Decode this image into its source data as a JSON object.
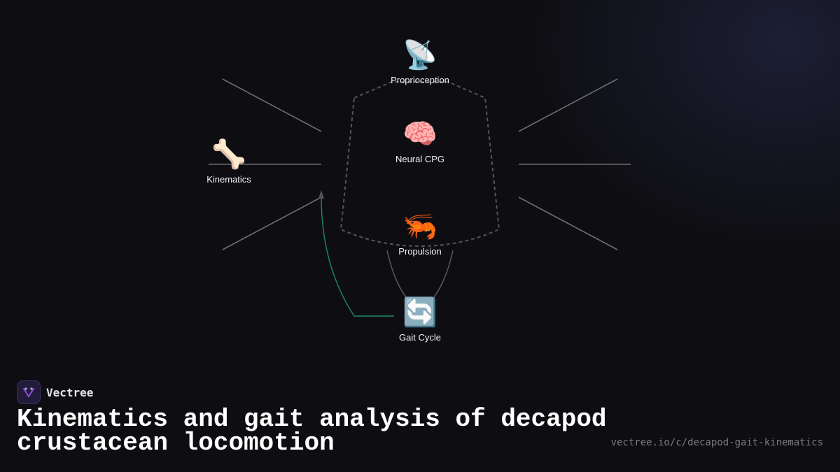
{
  "diagram": {
    "nodes": [
      {
        "id": "proprioception",
        "label": "Proprioception",
        "icon": "satellite-antenna-icon",
        "glyph": "📡"
      },
      {
        "id": "neural-cpg",
        "label": "Neural CPG",
        "icon": "brain-icon",
        "glyph": "🧠"
      },
      {
        "id": "kinematics",
        "label": "Kinematics",
        "icon": "bone-icon",
        "glyph": "🦴"
      },
      {
        "id": "propulsion",
        "label": "Propulsion",
        "icon": "shrimp-icon",
        "glyph": "🦐"
      },
      {
        "id": "gait-cycle",
        "label": "Gait Cycle",
        "icon": "cycle-arrows-icon",
        "glyph": "🔄"
      }
    ],
    "edges": [
      {
        "from": "gait-cycle",
        "to": "kinematics",
        "color": "#1f8a5e"
      },
      {
        "from": "propulsion",
        "to": "gait-cycle",
        "color": "#555555"
      }
    ]
  },
  "brand": {
    "name": "Vectree",
    "logo_icon": "vectree-logo-icon",
    "accent": "#8a4fd8"
  },
  "title": "Kinematics and gait analysis of decapod crustacean locomotion",
  "url": "vectree.io/c/decapod-gait-kinematics"
}
